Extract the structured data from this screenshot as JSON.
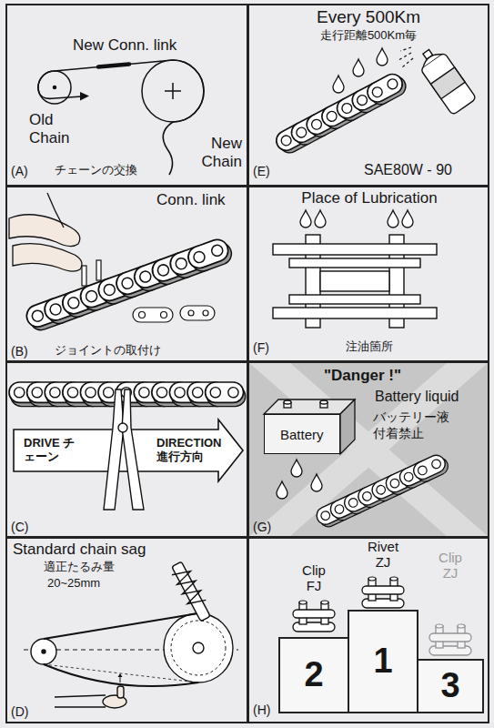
{
  "diagram": {
    "nodes": [
      {
        "text": [
          "New Conn. link",
          "Old Chain",
          "New Chain",
          "(A)",
          "チェーンの交換"
        ]
      },
      {
        "text": [
          "Conn. link",
          "(B)",
          "ジョイントの取付け"
        ]
      },
      {
        "text": [
          "(C)"
        ]
      },
      {
        "text": [
          "DRIVE チェーン",
          "DIRECTION 進行方向"
        ],
        "in": 2
      },
      {
        "text": [
          "Standard chain sag",
          "適正たるみ量",
          "20~25mm",
          "(D)"
        ]
      },
      {
        "text": [
          "Every 500Km",
          "走行距離500Km毎",
          "SAE80W - 90",
          "(E)"
        ]
      },
      {
        "text": [
          "Place of Lubrication",
          "注油箇所",
          "(F)"
        ]
      },
      {
        "text": [
          "\"Danger !\"",
          "Battery liquid",
          "バッテリー液 付着禁止",
          "(G)"
        ]
      },
      {
        "text": [
          "Battery"
        ],
        "in": 7
      },
      {
        "text": [
          "Clip FJ",
          "Rivet ZJ",
          "Clip ZJ",
          "(H)"
        ]
      },
      {
        "text": [
          "2"
        ],
        "in": 9
      },
      {
        "text": [
          "1"
        ],
        "in": 9
      },
      {
        "text": [
          "3"
        ],
        "in": 9
      }
    ]
  }
}
